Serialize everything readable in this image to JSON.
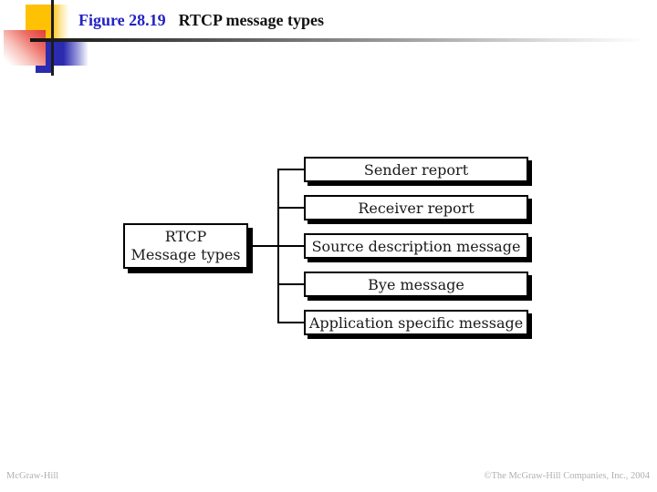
{
  "header": {
    "figure_label": "Figure 28.19",
    "title": "RTCP message types"
  },
  "diagram": {
    "root": {
      "line1": "RTCP",
      "line2": "Message types"
    },
    "children": [
      "Sender report",
      "Receiver report",
      "Source description message",
      "Bye message",
      "Application specific message"
    ]
  },
  "footer": {
    "brand": "McGraw-Hill",
    "copyright": "©The McGraw-Hill Companies, Inc., 2004"
  },
  "colors": {
    "figure_label_blue": "#2222c4",
    "accent_yellow": "#ffc103",
    "accent_red": "#e23c38",
    "accent_blue": "#2b2bb0",
    "line_black": "#000000",
    "footer_gray": "#b0b0b0"
  }
}
